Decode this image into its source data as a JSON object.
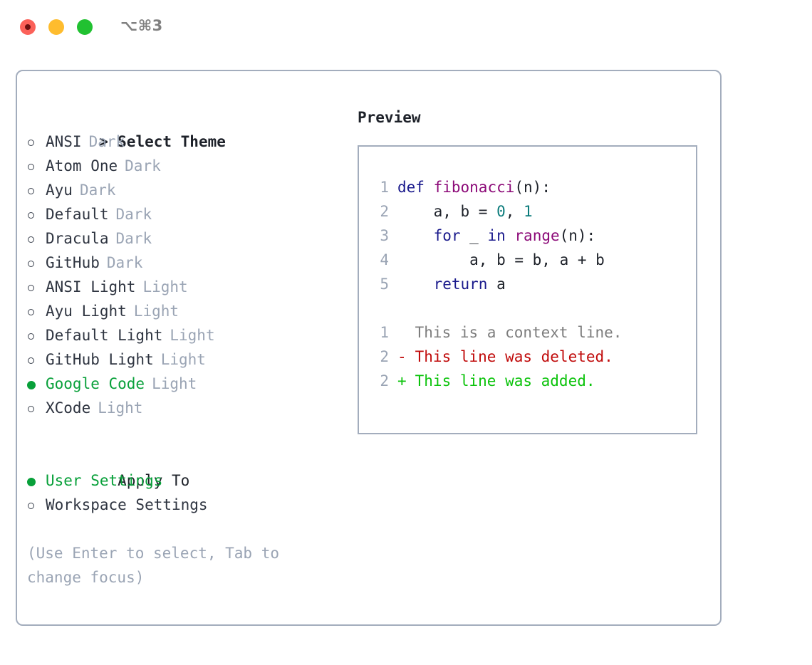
{
  "window": {
    "shortcut": "⌥⌘3",
    "traffic_lights": [
      {
        "name": "close",
        "color": "#fb6159"
      },
      {
        "name": "minimize",
        "color": "#febc2e"
      },
      {
        "name": "maximize",
        "color": "#21c131"
      }
    ]
  },
  "colors": {
    "accent_green": "#08a03a",
    "muted": "#9aa4b4",
    "text": "#2e3440",
    "border": "#a3adbd",
    "keyword": "#1a1a8c",
    "function": "#8c0a78",
    "number": "#0b7b7b",
    "diff_context": "#7d7d7d",
    "diff_delete": "#c00a0a",
    "diff_add": "#0bc30b"
  },
  "theme_section": {
    "caret": ">",
    "title": "Select Theme",
    "options": [
      {
        "label": "ANSI",
        "kind": "Dark",
        "selected": false
      },
      {
        "label": "Atom One",
        "kind": "Dark",
        "selected": false
      },
      {
        "label": "Ayu",
        "kind": "Dark",
        "selected": false
      },
      {
        "label": "Default",
        "kind": "Dark",
        "selected": false
      },
      {
        "label": "Dracula",
        "kind": "Dark",
        "selected": false
      },
      {
        "label": "GitHub",
        "kind": "Dark",
        "selected": false
      },
      {
        "label": "ANSI Light",
        "kind": "Light",
        "selected": false
      },
      {
        "label": "Ayu Light",
        "kind": "Light",
        "selected": false
      },
      {
        "label": "Default Light",
        "kind": "Light",
        "selected": false
      },
      {
        "label": "GitHub Light",
        "kind": "Light",
        "selected": false
      },
      {
        "label": "Google Code",
        "kind": "Light",
        "selected": true
      },
      {
        "label": "XCode",
        "kind": "Light",
        "selected": false
      }
    ]
  },
  "apply_section": {
    "title": "Apply To",
    "options": [
      {
        "label": "User Settings",
        "selected": true
      },
      {
        "label": "Workspace Settings",
        "selected": false
      }
    ]
  },
  "hint": "(Use Enter to select, Tab to change focus)",
  "preview": {
    "title": "Preview",
    "code_lines": [
      {
        "n": "1",
        "tokens": [
          {
            "t": "def",
            "c": "kw"
          },
          {
            "t": " ",
            "c": "plain"
          },
          {
            "t": "fibonacci",
            "c": "fn"
          },
          {
            "t": "(n):",
            "c": "punc"
          }
        ]
      },
      {
        "n": "2",
        "tokens": [
          {
            "t": "    a, b = ",
            "c": "plain"
          },
          {
            "t": "0",
            "c": "num"
          },
          {
            "t": ", ",
            "c": "plain"
          },
          {
            "t": "1",
            "c": "num"
          }
        ]
      },
      {
        "n": "3",
        "tokens": [
          {
            "t": "    ",
            "c": "plain"
          },
          {
            "t": "for",
            "c": "kw"
          },
          {
            "t": " _ ",
            "c": "plain"
          },
          {
            "t": "in",
            "c": "kw"
          },
          {
            "t": " ",
            "c": "plain"
          },
          {
            "t": "range",
            "c": "fn"
          },
          {
            "t": "(n):",
            "c": "punc"
          }
        ]
      },
      {
        "n": "4",
        "tokens": [
          {
            "t": "        a, b = b, a + b",
            "c": "plain"
          }
        ]
      },
      {
        "n": "5",
        "tokens": [
          {
            "t": "    ",
            "c": "plain"
          },
          {
            "t": "return",
            "c": "kw"
          },
          {
            "t": " a",
            "c": "plain"
          }
        ]
      }
    ],
    "diff_lines": [
      {
        "n": "1",
        "mark": " ",
        "text": "This is a context line.",
        "kind": "ctx"
      },
      {
        "n": "2",
        "mark": "-",
        "text": "This line was deleted.",
        "kind": "del"
      },
      {
        "n": "2",
        "mark": "+",
        "text": "This line was added.",
        "kind": "add"
      }
    ]
  }
}
